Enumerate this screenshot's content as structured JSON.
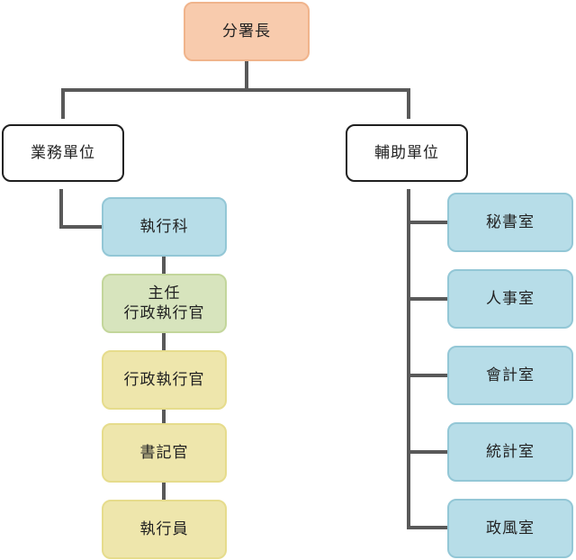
{
  "root": {
    "label": "分署長"
  },
  "branches": [
    {
      "label": "業務單位",
      "children": [
        {
          "label": "執行科",
          "color": "#b7dde8"
        },
        {
          "label": "主任\n行政執行官",
          "color": "#d7e4bd"
        },
        {
          "label": "行政執行官",
          "color": "#eee6ac"
        },
        {
          "label": "書記官",
          "color": "#eee6ac"
        },
        {
          "label": "執行員",
          "color": "#eee6ac"
        }
      ]
    },
    {
      "label": "輔助單位",
      "children": [
        {
          "label": "秘書室",
          "color": "#b7dde8"
        },
        {
          "label": "人事室",
          "color": "#b7dde8"
        },
        {
          "label": "會計室",
          "color": "#b7dde8"
        },
        {
          "label": "統計室",
          "color": "#b7dde8"
        },
        {
          "label": "政風室",
          "color": "#b7dde8"
        }
      ]
    }
  ],
  "colors": {
    "root_fill": "#f8cbad",
    "branch_fill": "#ffffff",
    "connector": "#595959"
  }
}
